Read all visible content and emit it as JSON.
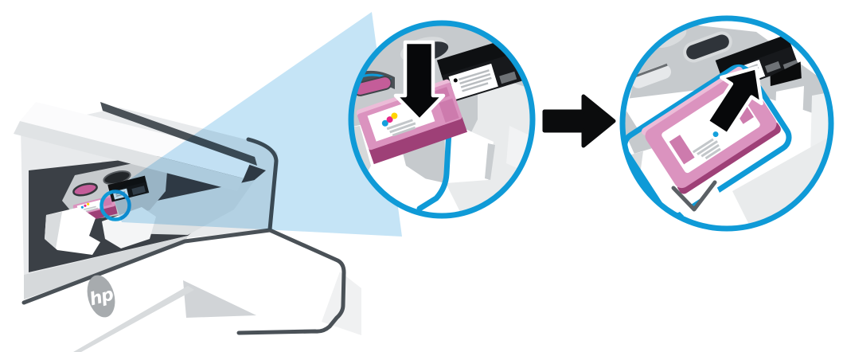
{
  "logo": {
    "text": "hp"
  },
  "colors": {
    "accent_blue": "#0f9ad7",
    "beam_blue": "#c5e4f6",
    "charcoal": "#3b4046",
    "slate": "#4a5157",
    "plate_gray": "#c6cacd",
    "light_gray": "#e9ebec",
    "pink": "#db93bf",
    "pink_light": "#ecbcd8",
    "pink_mid": "#cd7bad",
    "magenta_deep": "#9e4077",
    "magenta_oval": "#c45d99",
    "black_ink": "#17191c",
    "label_line": "#c3c7ca",
    "cyan_dot": "#14a0dc",
    "magenta_dot": "#e62888",
    "yellow_dot": "#ffd400",
    "logo_gray": "#a7abae",
    "pale_tray": "#f0f1f2"
  },
  "icons": {
    "insert_arrow": "arrow-down",
    "sequence_arrow": "arrow-right",
    "remove_arrow": "arrow-up-right",
    "highlight": "zoom-circle"
  }
}
